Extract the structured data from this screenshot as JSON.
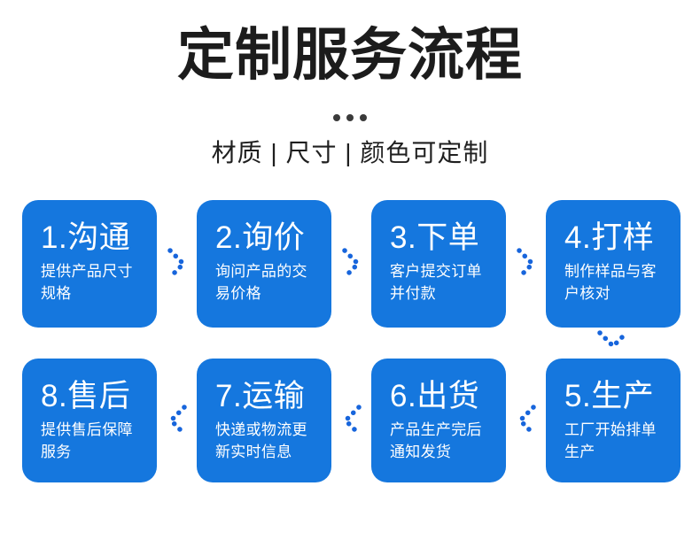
{
  "header": {
    "title": "定制服务流程",
    "subtitle": "材质 | 尺寸 | 颜色可定制",
    "ellipsis_dots": 3
  },
  "steps": [
    {
      "title": "1.沟通",
      "desc": "提供产品尺寸规格"
    },
    {
      "title": "2.询价",
      "desc": "询问产品的交易价格"
    },
    {
      "title": "3.下单",
      "desc": "客户提交订单并付款"
    },
    {
      "title": "4.打样",
      "desc": "制作样品与客户核对"
    },
    {
      "title": "5.生产",
      "desc": "工厂开始排单生产"
    },
    {
      "title": "6.出货",
      "desc": "产品生产完后通知发货"
    },
    {
      "title": "7.运输",
      "desc": "快递或物流更新实时信息"
    },
    {
      "title": "8.售后",
      "desc": "提供售后保障服务"
    }
  ],
  "flow": {
    "row1_order": [
      "1.沟通",
      "2.询价",
      "3.下单",
      "4.打样"
    ],
    "row2_order": [
      "8.售后",
      "7.运输",
      "6.出货",
      "5.生产"
    ],
    "row1_arrow": "dotted-chevron-right",
    "row2_arrow": "dotted-chevron-left",
    "row_connector": "dotted-chevron-down"
  },
  "colors": {
    "card_blue": "#1577de",
    "arrow_blue": "#1765dc",
    "heading_text": "#1c1c1c",
    "dots_color": "#3a3a3a",
    "card_text": "#ffffff",
    "background": "#ffffff"
  }
}
